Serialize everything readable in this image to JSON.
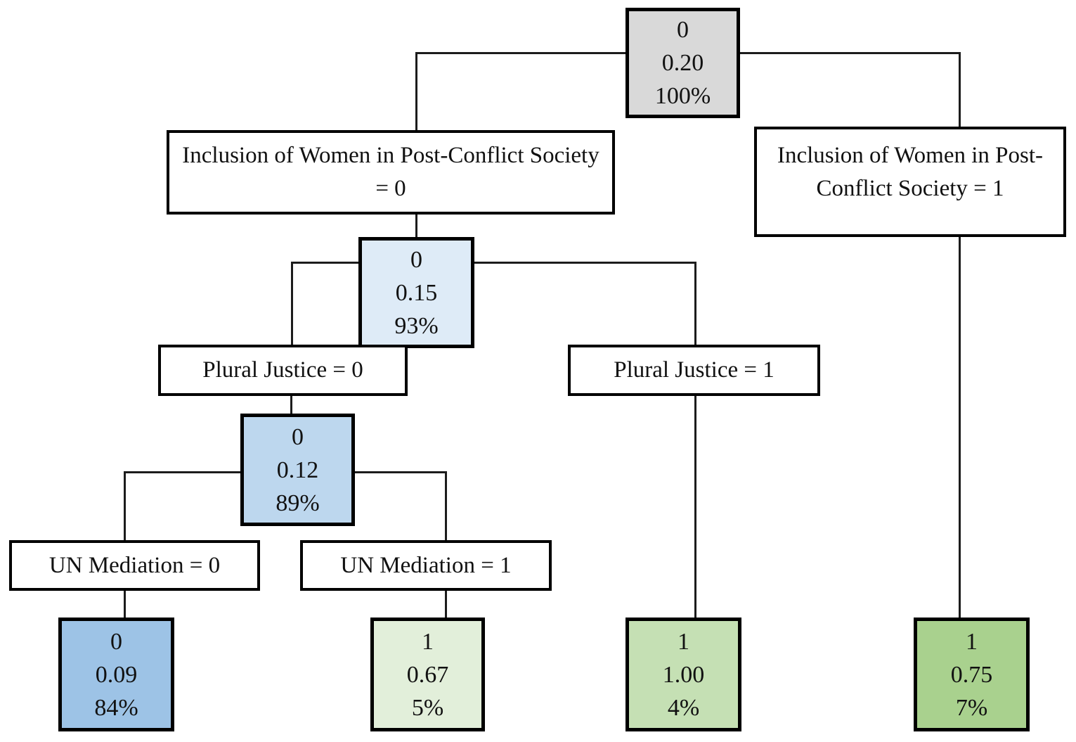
{
  "diagram": {
    "type": "decision-tree",
    "background": "#ffffff",
    "line_color": "#1c1c1c",
    "border_color": "#000000",
    "nodes": {
      "root": {
        "value": "0",
        "probability": "0.20",
        "percent": "100%",
        "color": "#d9d9d9"
      },
      "women0": {
        "value": "0",
        "probability": "0.15",
        "percent": "93%",
        "color": "#deebf7"
      },
      "plural0": {
        "value": "0",
        "probability": "0.12",
        "percent": "89%",
        "color": "#bdd7ee"
      },
      "leaf_un0": {
        "value": "0",
        "probability": "0.09",
        "percent": "84%",
        "color": "#9dc3e6"
      },
      "leaf_un1": {
        "value": "1",
        "probability": "0.67",
        "percent": "5%",
        "color": "#e2efda"
      },
      "leaf_plural1": {
        "value": "1",
        "probability": "1.00",
        "percent": "4%",
        "color": "#c5e0b4"
      },
      "leaf_women1": {
        "value": "1",
        "probability": "0.75",
        "percent": "7%",
        "color": "#a9d18e"
      }
    },
    "splits": {
      "inclusion_women_0": {
        "label": "Inclusion of Women in Post-Conflict Society = 0"
      },
      "inclusion_women_1": {
        "label": "Inclusion of Women in Post-Conflict Society = 1"
      },
      "plural_justice_0": {
        "label": "Plural Justice = 0"
      },
      "plural_justice_1": {
        "label": "Plural Justice = 1"
      },
      "un_mediation_0": {
        "label": "UN Mediation = 0"
      },
      "un_mediation_1": {
        "label": "UN Mediation = 1"
      }
    },
    "edges": [
      "root -> Inclusion of Women in Post-Conflict Society = 0 -> node(0, 0.15, 93%)",
      "root -> Inclusion of Women in Post-Conflict Society = 1 -> leaf(1, 0.75, 7%)",
      "node(0.15) -> Plural Justice = 0 -> node(0, 0.12, 89%)",
      "node(0.15) -> Plural Justice = 1 -> leaf(1, 1.00, 4%)",
      "node(0.12) -> UN Mediation = 0 -> leaf(0, 0.09, 84%)",
      "node(0.12) -> UN Mediation = 1 -> leaf(1, 0.67, 5%)"
    ]
  }
}
